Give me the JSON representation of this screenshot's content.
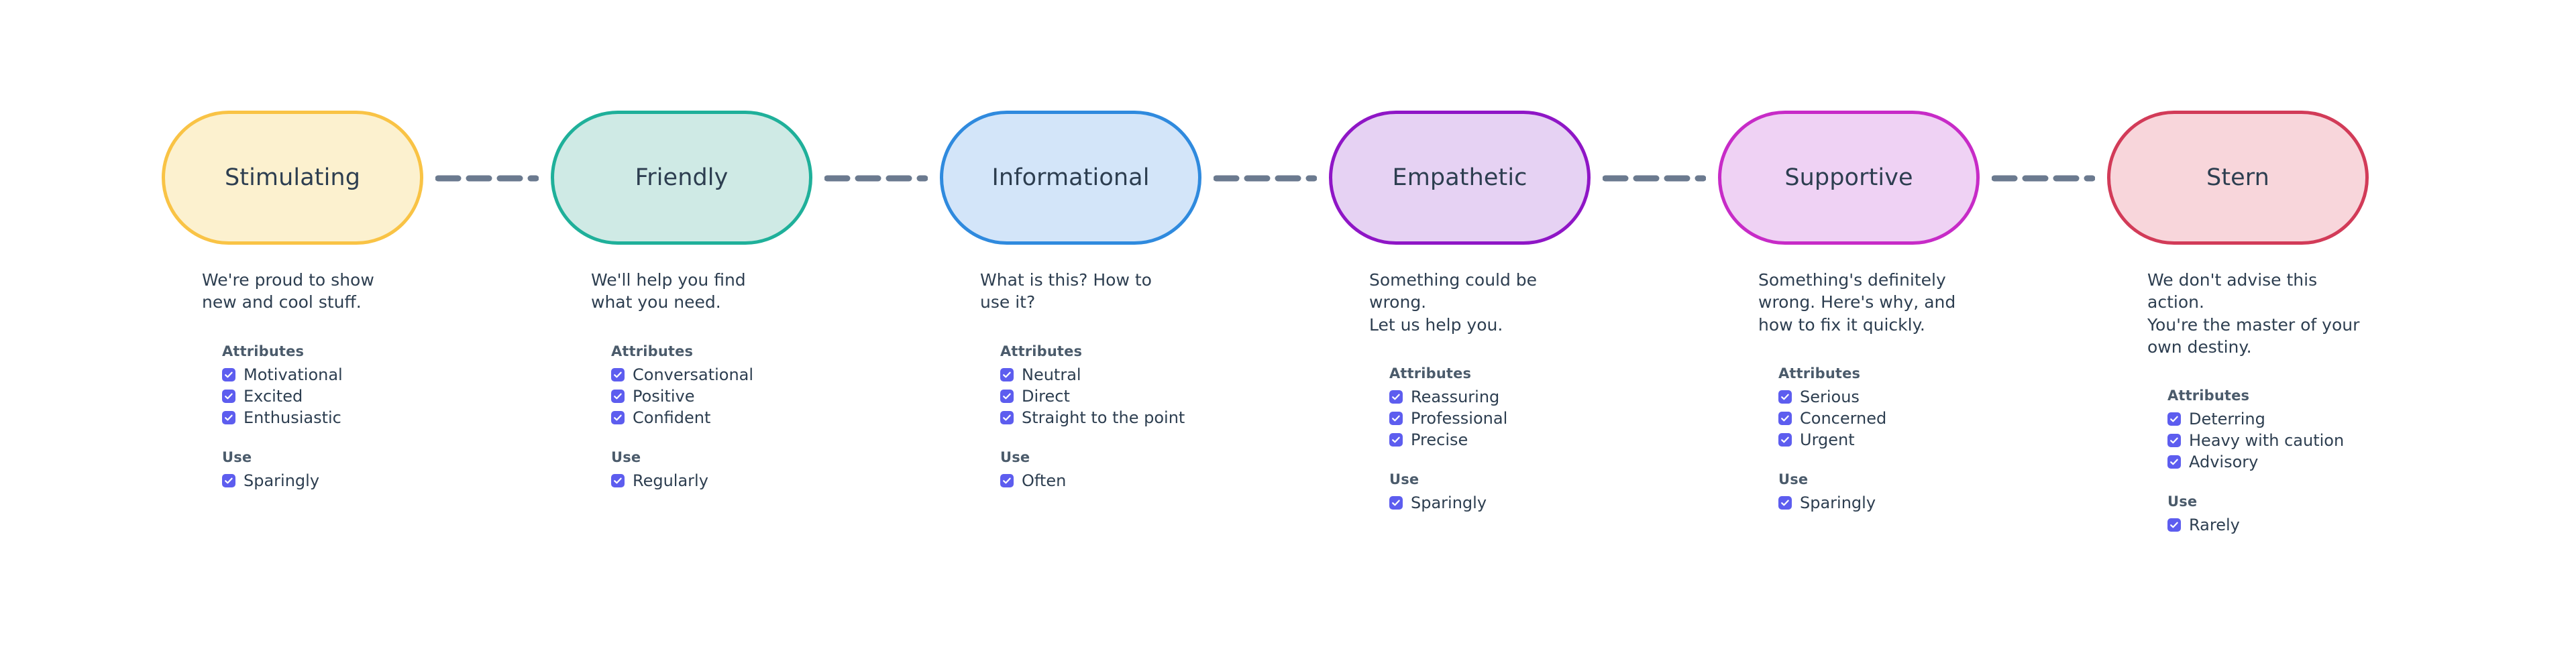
{
  "theme": {
    "background": "#ffffff",
    "text_color": "#2d3e50",
    "group_title_color": "#4b5b6b",
    "checkbox_color": "#5d5def",
    "connector_color": "#6b7a8f"
  },
  "labels": {
    "attributes_heading": "Attributes",
    "use_heading": "Use",
    "check_icon": "check-icon"
  },
  "columns": [
    {
      "name": "Stimulating",
      "description": "We're proud to show\nnew and cool stuff.",
      "fill": "#fcf1cf",
      "stroke": "#f9c345",
      "attributes": [
        "Motivational",
        "Excited",
        "Enthusiastic"
      ],
      "use": [
        "Sparingly"
      ]
    },
    {
      "name": "Friendly",
      "description": "We'll help you find\nwhat you need.",
      "fill": "#cfeae5",
      "stroke": "#1fb09a",
      "attributes": [
        "Conversational",
        "Positive",
        "Confident"
      ],
      "use": [
        "Regularly"
      ]
    },
    {
      "name": "Informational",
      "description": "What is this? How to\nuse it?",
      "fill": "#d3e5f9",
      "stroke": "#2f8ade",
      "attributes": [
        "Neutral",
        "Direct",
        "Straight to the point"
      ],
      "use": [
        "Often"
      ]
    },
    {
      "name": "Empathetic",
      "description": "Something could be wrong.\nLet us help you.",
      "fill": "#e6d2f3",
      "stroke": "#8f16c6",
      "attributes": [
        "Reassuring",
        "Professional",
        "Precise"
      ],
      "use": [
        "Sparingly"
      ]
    },
    {
      "name": "Supportive",
      "description": "Something's definitely\nwrong. Here's why, and\nhow to fix it quickly.",
      "fill": "#efd2f4",
      "stroke": "#c72bc7",
      "attributes": [
        "Serious",
        "Concerned",
        "Urgent"
      ],
      "use": [
        "Sparingly"
      ]
    },
    {
      "name": "Stern",
      "description": "We don't advise this action.\nYou're the master of your\nown destiny.",
      "fill": "#f8d6db",
      "stroke": "#d23b58",
      "attributes": [
        "Deterring",
        "Heavy with caution",
        "Advisory"
      ],
      "use": [
        "Rarely"
      ]
    }
  ],
  "connectors": [
    {
      "from": "Stimulating",
      "to": "Friendly"
    },
    {
      "from": "Friendly",
      "to": "Informational"
    },
    {
      "from": "Informational",
      "to": "Empathetic"
    },
    {
      "from": "Empathetic",
      "to": "Supportive"
    },
    {
      "from": "Supportive",
      "to": "Stern"
    }
  ]
}
